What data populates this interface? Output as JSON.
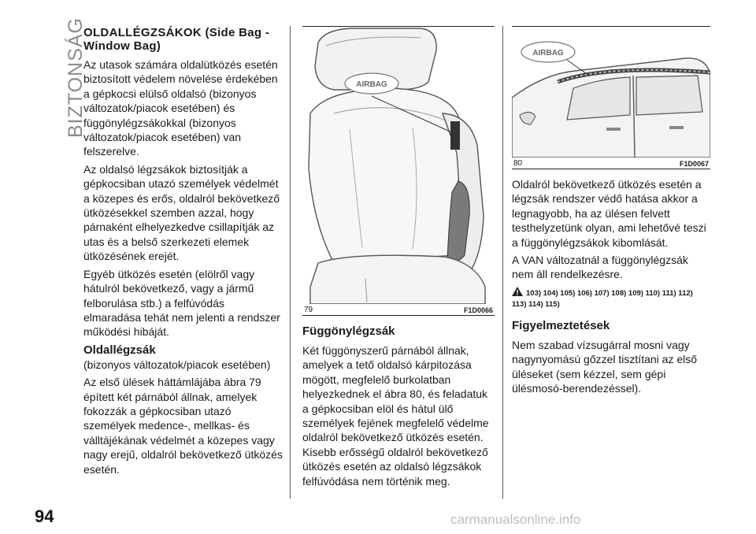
{
  "section_label": "BIZTONSÁG",
  "page_number": "94",
  "watermark": "carmanualsonline.info",
  "col1": {
    "heading": "OLDALLÉGZSÁKOK (Side Bag - Window Bag)",
    "paragraphs": [
      "Az utasok számára oldalütközés esetén biztosított védelem növelése érdekében a gépkocsi elülső oldalsó (bizonyos változatok/piacok esetében) és függönylégzsákokkal (bizonyos változatok/piacok esetében) van felszerelve.",
      "Az oldalsó légzsákok biztosítják a gépkocsiban utazó személyek védelmét a közepes és erős, oldalról bekövetkező ütközésekkel szemben azzal, hogy párnaként elhelyezkedve csillapítják az utas és a belső szerkezeti elemek ütközésének erejét.",
      "Egyéb ütközés esetén (elölről vagy hátulról bekövetkező, vagy a jármű felborulása stb.) a felfúvódás elmaradása tehát nem jelenti a rendszer működési hibáját."
    ],
    "subheading": "Oldallégzsák",
    "subheading_note": "(bizonyos változatok/piacok esetében)",
    "paragraph_after": "Az első ülések háttámlájába ábra 79 épített két párnából állnak, amelyek fokozzák a gépkocsiban utazó személyek medence-, mellkas- és válltájékának védelmét a közepes vagy nagy erejű, oldalról bekövetkező ütközés esetén."
  },
  "col2": {
    "figure": {
      "label": "AIRBAG",
      "number": "79",
      "code": "F1D0066"
    },
    "heading": "Függönylégzsák",
    "paragraph": "Két függönyszerű párnából állnak, amelyek a tető oldalsó kárpitozása mögött, megfelelő burkolatban helyezkednek el ábra 80, és feladatuk a gépkocsiban elöl és hátul ülő személyek fejének megfelelő védelme oldalról bekövetkező ütközés esetén. Kisebb erősségű oldalról bekövetkező ütközés esetén az oldalsó légzsákok felfúvódása nem történik meg."
  },
  "col3": {
    "figure": {
      "label": "AIRBAG",
      "number": "80",
      "code": "F1D0067"
    },
    "paragraphs": [
      "Oldalról bekövetkező ütközés esetén a légzsák rendszer védő hatása akkor a legnagyobb, ha az ülésen felvett testhelyzetünk olyan, ami lehetővé teszi a függönylégzsákok kibomlását.",
      "A VAN változatnál a függönylégzsák nem áll rendelkezésre."
    ],
    "warnings_line1": "103) 104) 105) 106) 107) 108) 109) 110) 111) 112)",
    "warnings_line2": "113) 114) 115)",
    "heading": "Figyelmeztetések",
    "paragraph_after": "Nem szabad vízsugárral mosni vagy nagynyomású gőzzel tisztítani az első üléseket (sem kézzel, sem gépi ülésmosó-berendezéssel)."
  }
}
